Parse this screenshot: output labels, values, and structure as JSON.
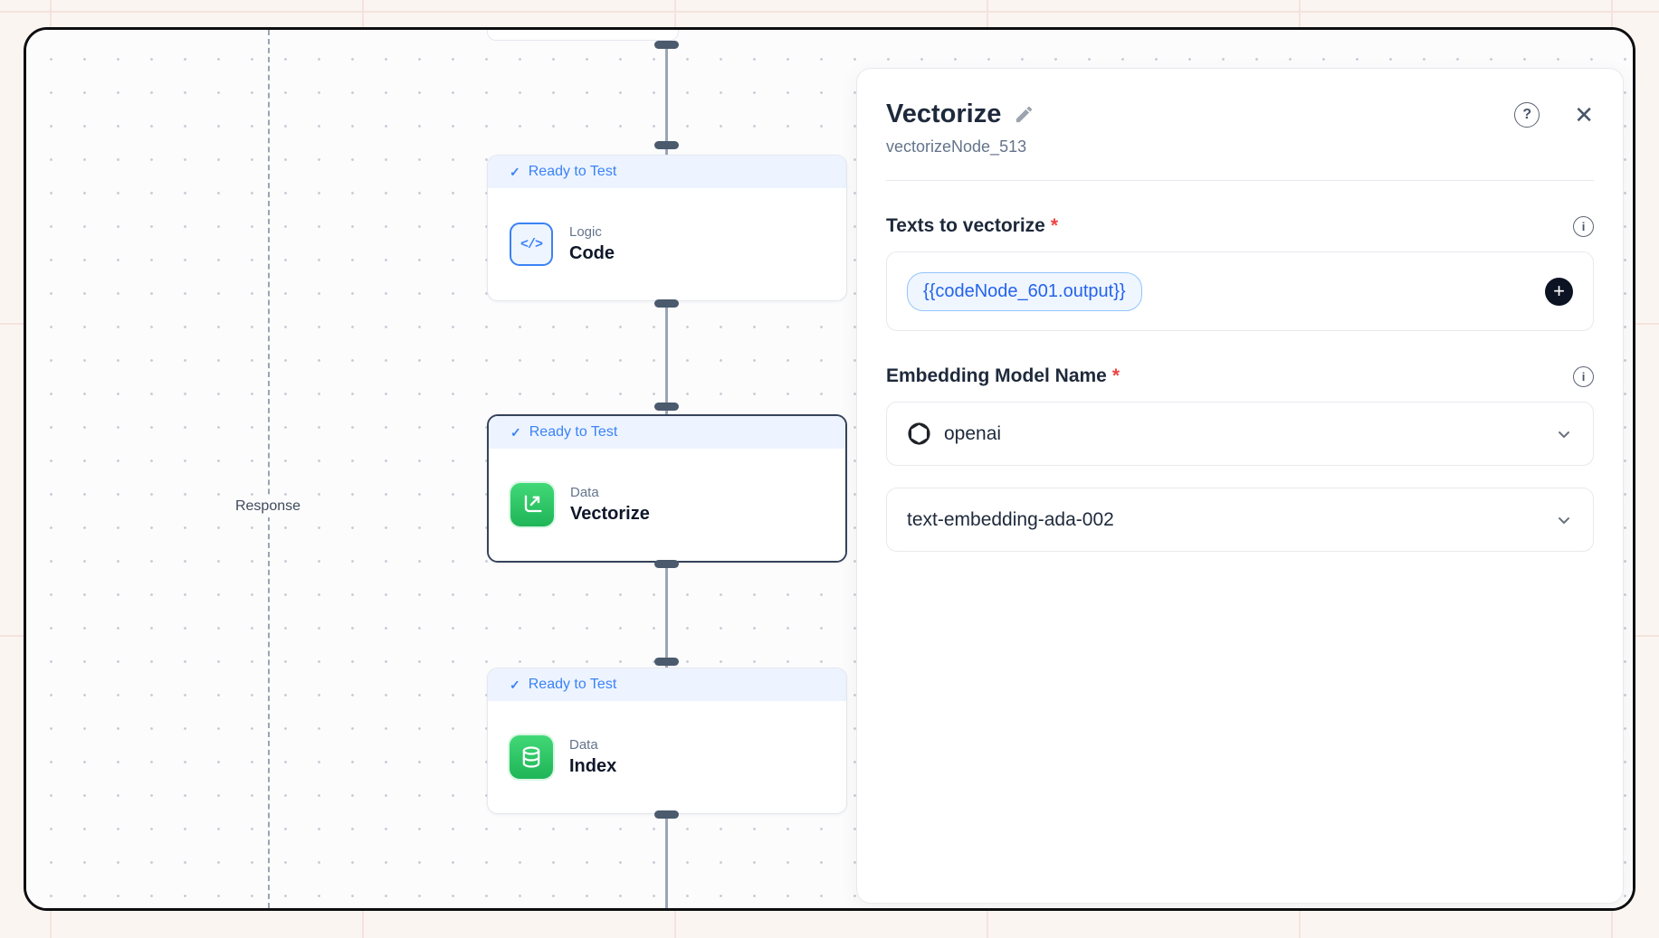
{
  "canvas": {
    "response_label": "Response",
    "nodes": [
      {
        "status": "Ready to Test",
        "category": "Logic",
        "title": "Code"
      },
      {
        "status": "Ready to Test",
        "category": "Data",
        "title": "Vectorize"
      },
      {
        "status": "Ready to Test",
        "category": "Data",
        "title": "Index"
      }
    ]
  },
  "panel": {
    "title": "Vectorize",
    "node_id": "vectorizeNode_513",
    "fields": {
      "texts": {
        "label": "Texts to vectorize",
        "required_mark": "*",
        "chip": "{{codeNode_601.output}}"
      },
      "model": {
        "label": "Embedding Model Name",
        "required_mark": "*",
        "provider": "openai",
        "model_name": "text-embedding-ada-002"
      }
    }
  },
  "icons": {
    "check": "✓",
    "close": "✕",
    "plus": "+",
    "help": "?",
    "info": "i",
    "code_glyph": "</>"
  },
  "colors": {
    "accent_blue": "#3b82f6",
    "node_green": "#2bc765",
    "required_red": "#ef4444",
    "chip_bg": "#eff6ff",
    "chip_border": "#93c5fd",
    "chip_text": "#2563eb"
  }
}
